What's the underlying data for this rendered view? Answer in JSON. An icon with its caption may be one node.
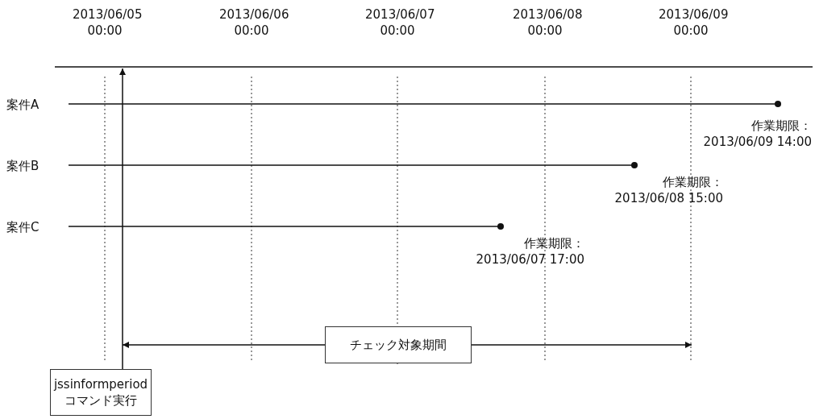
{
  "diagram": {
    "nodes": [
      {
        "text": [
          "jssinformperiod コマンド実行"
        ]
      },
      {
        "text": [
          "チェック対象期間"
        ]
      }
    ],
    "edges": [
      {
        "from": 0,
        "to": null,
        "arrow": "to"
      },
      {
        "from": 1,
        "to": null,
        "arrow": "to"
      },
      {
        "from": 1,
        "to": null,
        "arrow": "to"
      }
    ],
    "labels": [
      "2013/06/05 00:00",
      "2013/06/06 00:00",
      "2013/06/07 00:00",
      "2013/06/08 00:00",
      "2013/06/09 00:00",
      "案件A",
      "作業期限： 2013/06/09 14:00",
      "案件B",
      "作業期限： 2013/06/08 15:00",
      "案件C",
      "作業期限： 2013/06/07 17:00"
    ]
  }
}
